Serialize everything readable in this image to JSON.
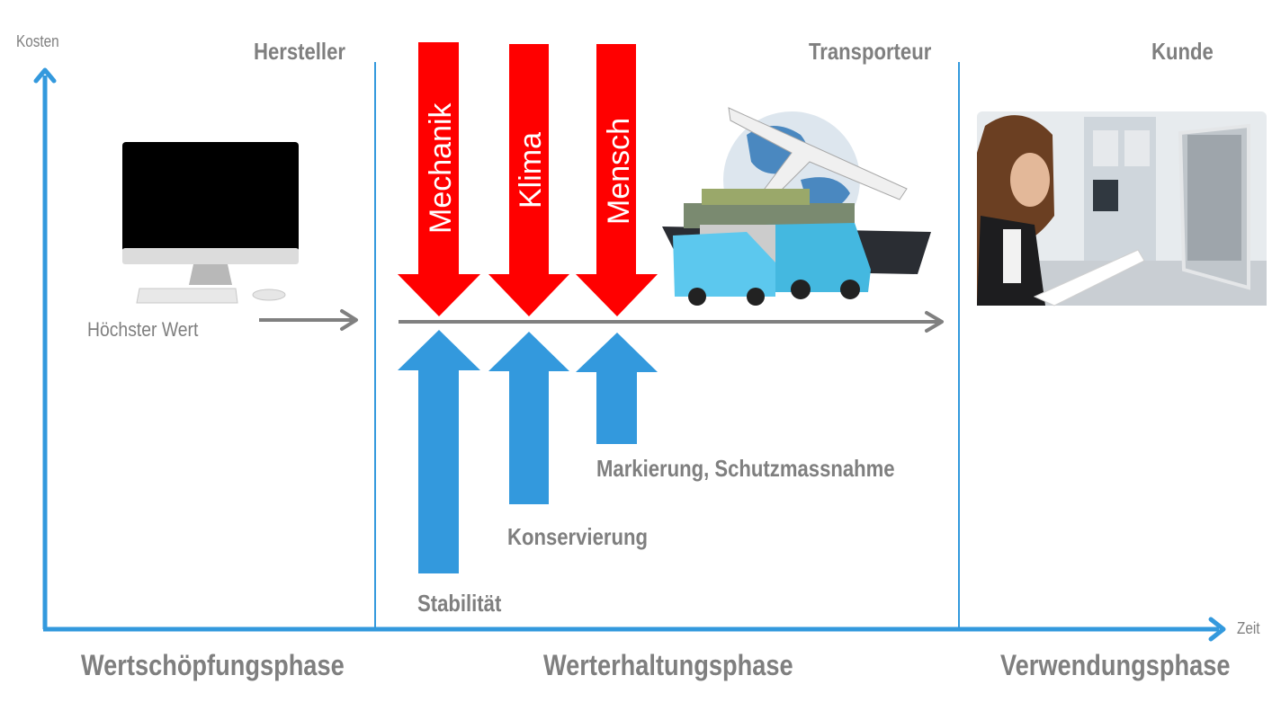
{
  "axes": {
    "y_label": "Kosten",
    "x_label": "Zeit",
    "color": "#3399dd"
  },
  "roles": {
    "manufacturer": "Hersteller",
    "transporter": "Transporteur",
    "customer": "Kunde"
  },
  "phases": {
    "creation": "Wertschöpfungsphase",
    "preservation": "Werterhaltungsphase",
    "usage": "Verwendungsphase"
  },
  "value_label": "Höchster Wert",
  "risks": {
    "color": "#ff0000",
    "items": [
      {
        "label": "Mechanik"
      },
      {
        "label": "Klima"
      },
      {
        "label": "Mensch"
      }
    ]
  },
  "measures": {
    "color": "#3399dd",
    "items": [
      {
        "label": "Stabilität"
      },
      {
        "label": "Konservierung"
      },
      {
        "label": "Markierung, Schutzmassnahme"
      }
    ]
  },
  "images": {
    "computer": "desktop-computer-illustration",
    "transport": "transport-vehicles-illustration",
    "customer": "woman-at-computer-photo"
  },
  "colors": {
    "text_gray": "#7f7f7f",
    "timeline_gray": "#808080"
  }
}
